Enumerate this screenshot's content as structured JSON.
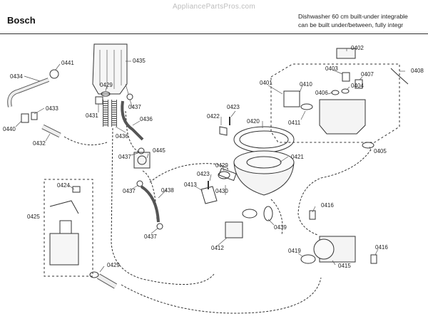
{
  "watermark": "AppliancePartsPros.com",
  "header": {
    "brand": "Bosch",
    "model_line1": "Dishwasher 60 cm built-under integrable",
    "model_line2": "can be built under/between, fully integr"
  },
  "part_labels": {
    "p0434": "0434",
    "p0441": "0441",
    "p0433": "0433",
    "p0440": "0440",
    "p0432": "0432",
    "p0429a": "0429",
    "p0431": "0431",
    "p0435": "0435",
    "p0437a": "0437",
    "p0436a": "0436",
    "p0436b": "0436",
    "p0437b": "0437",
    "p0445": "0445",
    "p0437c": "0437",
    "p0438": "0438",
    "p0437d": "0437",
    "p0422": "0422",
    "p0423a": "0423",
    "p0420": "0420",
    "p0421": "0421",
    "p0429b": "0429",
    "p0423b": "0423",
    "p0413": "0413",
    "p0430": "0430",
    "p0412": "0412",
    "p0424": "0424",
    "p0425": "0425",
    "p0429c": "0429",
    "p0402": "0402",
    "p0403": "0403",
    "p0407": "0407",
    "p0408": "0408",
    "p0401": "0401",
    "p0410": "0410",
    "p0406": "0406",
    "p0404": "0404",
    "p0411": "0411",
    "p0405": "0405",
    "p0416a": "0416",
    "p0439": "0439",
    "p0419": "0419",
    "p0415": "0415",
    "p0416b": "0416"
  }
}
